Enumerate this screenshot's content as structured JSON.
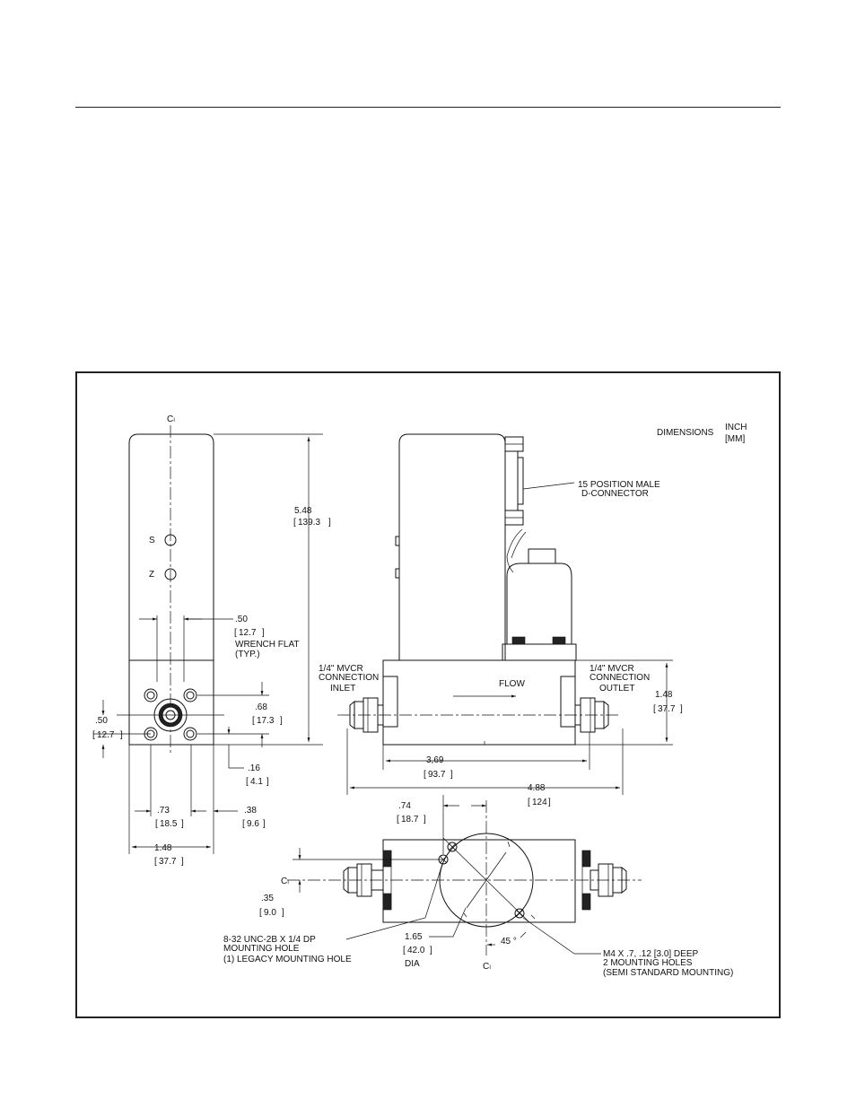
{
  "units": {
    "label": "DIMENSIONS",
    "inch": "INCH",
    "mm": "[MM]"
  },
  "centerline": "Cₗ",
  "front_view": {
    "s_label": "S",
    "z_label": "Z",
    "height": {
      "inch": "5.48",
      "mm": "139.3"
    },
    "wrench_flat": {
      "inch": ".50",
      "mm": "12.7",
      "note1": "WRENCH FLAT",
      "note2": "(TYP.)"
    },
    "hole_pitch": {
      "inch": ".68",
      "mm": "17.3"
    },
    "left_offset": {
      "inch": ".50",
      "mm": "12.7"
    },
    "bottom_offset": {
      "inch": ".16",
      "mm": "4.1"
    },
    "hole_x": {
      "inch": ".73",
      "mm": "18.5"
    },
    "right_offset": {
      "inch": ".38",
      "mm": "9.6"
    },
    "width": {
      "inch": "1.48",
      "mm": "37.7"
    }
  },
  "side_view": {
    "connector": {
      "line1": "15 POSITION MALE",
      "line2": "D-CONNECTOR"
    },
    "inlet": {
      "line1": "1/4\" MVCR",
      "line2": "CONNECTION",
      "line3": "INLET"
    },
    "outlet": {
      "line1": "1/4\" MVCR",
      "line2": "CONNECTION",
      "line3": "OUTLET"
    },
    "flow_label": "FLOW",
    "body_height": {
      "inch": "1.48",
      "mm": "37.7"
    },
    "body_length": {
      "inch": "3,69",
      "mm": "93.7"
    },
    "overall_length": {
      "inch": "4.88",
      "mm": "124"
    }
  },
  "bottom_view": {
    "offset_x": {
      "inch": ".74",
      "mm": "18.7"
    },
    "offset_y": {
      "inch": ".35",
      "mm": "9.0"
    },
    "legacy_hole": {
      "line1": "8-32 UNC-2B X 1/4 DP",
      "line2": "MOUNTING HOLE",
      "line3": "(1) LEGACY MOUNTING HOLE"
    },
    "circle_dia": {
      "inch": "1.65",
      "mm": "42.0",
      "note": "DIA"
    },
    "angle": "45 °",
    "semi_holes": {
      "line1": "M4 X .7, .12 [3.0] DEEP",
      "line2": "2 MOUNTING HOLES",
      "line3": "(SEMI STANDARD MOUNTING)"
    }
  }
}
